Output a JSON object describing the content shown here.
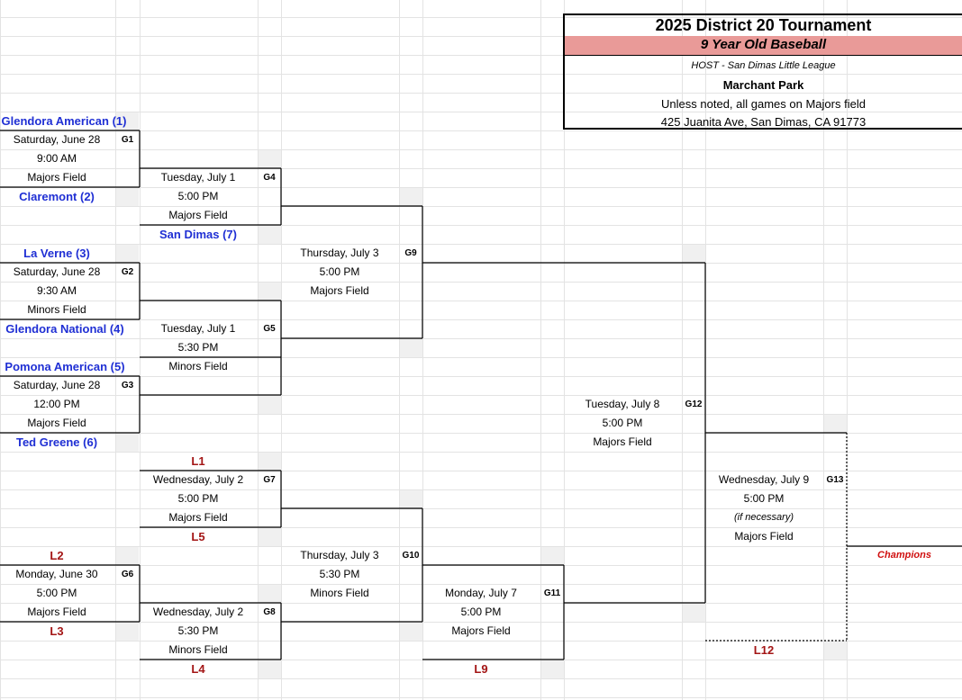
{
  "header": {
    "title": "2025 District 20 Tournament",
    "subtitle": "9 Year Old Baseball",
    "host": "HOST - San Dimas Little League",
    "park": "Marchant Park",
    "note": "Unless noted, all games on Majors field",
    "address": "425 Juanita Ave, San Dimas, CA 91773",
    "subtitle_bg": "#e99a98"
  },
  "teams": {
    "t1": "Glendora American (1)",
    "t2": "Claremont (2)",
    "t3": "La Verne (3)",
    "t4": "Glendora National (4)",
    "t5": "Pomona American (5)",
    "t6": "Ted Greene (6)",
    "t7": "San Dimas (7)"
  },
  "games": {
    "g1": {
      "id": "G1",
      "date": "Saturday, June 28",
      "time": "9:00 AM",
      "field": "Majors Field"
    },
    "g2": {
      "id": "G2",
      "date": "Saturday, June 28",
      "time": "9:30 AM",
      "field": "Minors Field"
    },
    "g3": {
      "id": "G3",
      "date": "Saturday, June 28",
      "time": "12:00 PM",
      "field": "Majors Field"
    },
    "g4": {
      "id": "G4",
      "date": "Tuesday, July 1",
      "time": "5:00 PM",
      "field": "Majors Field"
    },
    "g5": {
      "id": "G5",
      "date": "Tuesday, July 1",
      "time": "5:30 PM",
      "field": "Minors Field"
    },
    "g6": {
      "id": "G6",
      "date": "Monday, June 30",
      "time": "5:00 PM",
      "field": "Majors Field"
    },
    "g7": {
      "id": "G7",
      "date": "Wednesday, July 2",
      "time": "5:00 PM",
      "field": "Majors Field"
    },
    "g8": {
      "id": "G8",
      "date": "Wednesday, July 2",
      "time": "5:30 PM",
      "field": "Minors Field"
    },
    "g9": {
      "id": "G9",
      "date": "Thursday, July 3",
      "time": "5:00 PM",
      "field": "Majors Field"
    },
    "g10": {
      "id": "G10",
      "date": "Thursday, July 3",
      "time": "5:30 PM",
      "field": "Minors Field"
    },
    "g11": {
      "id": "G11",
      "date": "Monday, July 7",
      "time": "5:00 PM",
      "field": "Majors Field"
    },
    "g12": {
      "id": "G12",
      "date": "Tuesday, July 8",
      "time": "5:00 PM",
      "field": "Majors Field"
    },
    "g13": {
      "id": "G13",
      "date": "Wednesday, July 9",
      "time": "5:00 PM",
      "note": "(if necessary)",
      "field": "Majors Field"
    }
  },
  "losers": {
    "l1": "L1",
    "l2": "L2",
    "l3": "L3",
    "l4": "L4",
    "l5": "L5",
    "l9": "L9",
    "l12": "L12"
  },
  "champions": "Champions"
}
